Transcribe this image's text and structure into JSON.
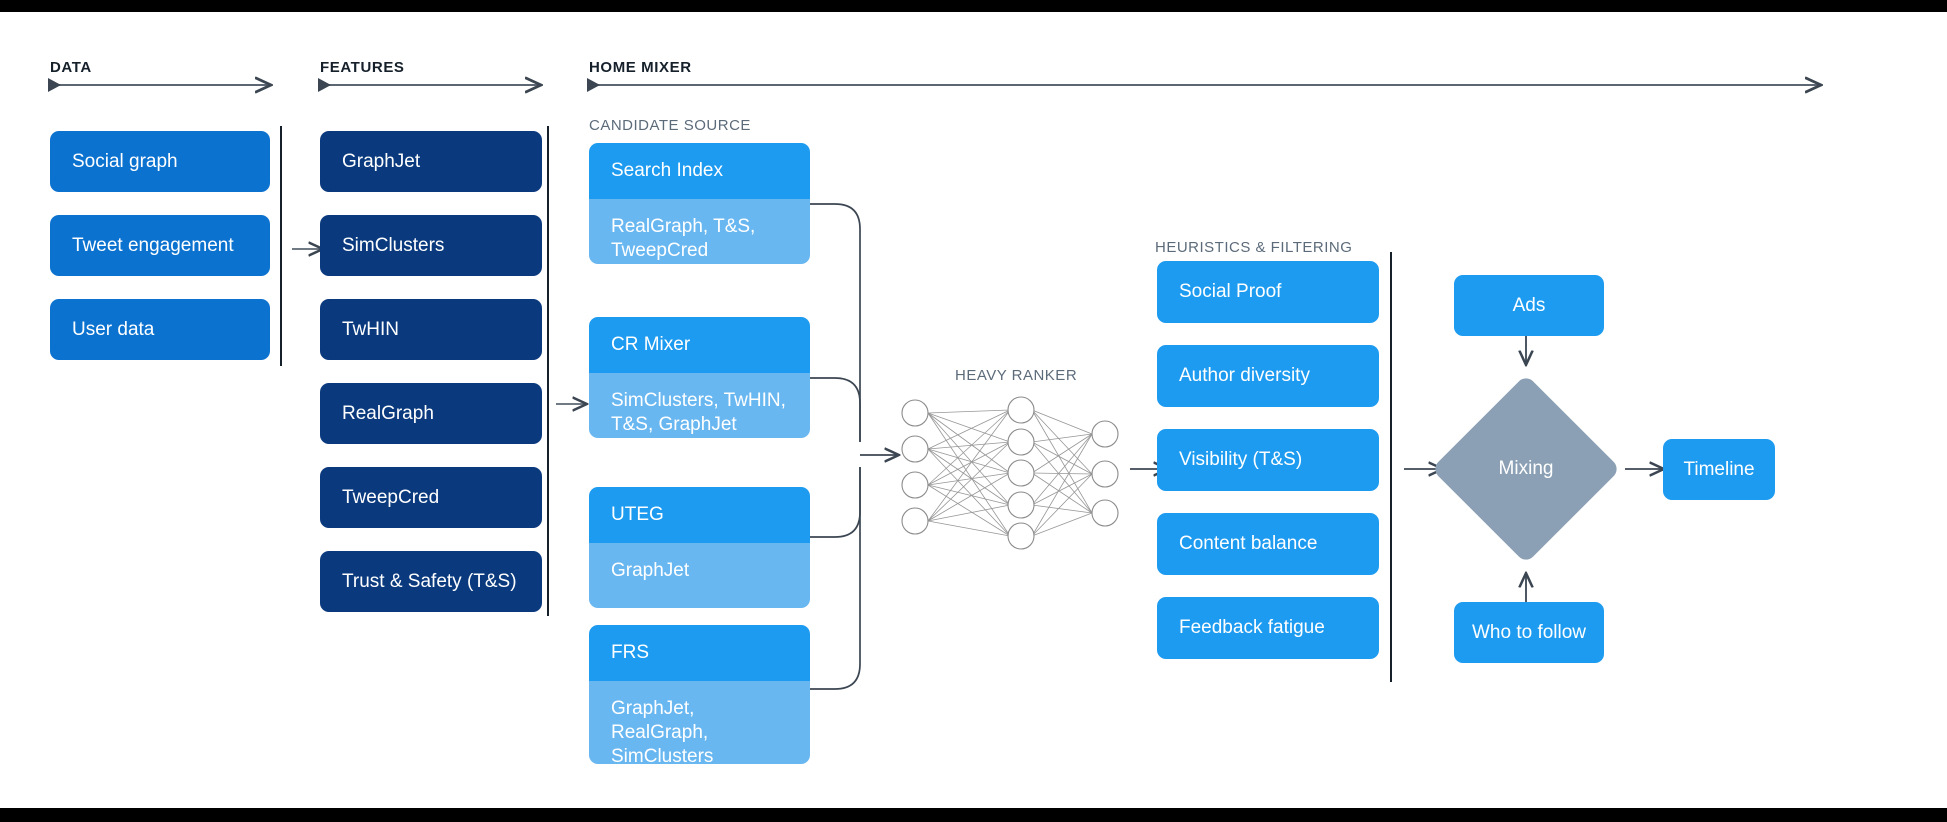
{
  "diagram": {
    "title": "Twitter Home Mixer recommendation pipeline",
    "colors": {
      "data_box": "#0b72d0",
      "feature_box": "#0a3a7d",
      "candidate_head": "#1d9bf0",
      "candidate_body": "#69b7f1",
      "heuristic_box": "#1d9bf0",
      "output_box": "#1d9bf0",
      "mixing_diamond": "#8ba0b4",
      "connector": "#3b4652",
      "header_text": "#15202b",
      "subheader_text": "#5c6b7a",
      "background": "#ffffff"
    }
  },
  "sections": {
    "data": {
      "label": "DATA"
    },
    "features": {
      "label": "FEATURES"
    },
    "home_mixer": {
      "label": "HOME MIXER"
    },
    "candidate_source": {
      "label": "CANDIDATE SOURCE"
    },
    "heavy_ranker": {
      "label": "HEAVY RANKER"
    },
    "heuristics": {
      "label": "HEURISTICS & FILTERING"
    }
  },
  "data_items": [
    {
      "label": "Social graph"
    },
    {
      "label": "Tweet engagement"
    },
    {
      "label": "User data"
    }
  ],
  "feature_items": [
    {
      "label": "GraphJet"
    },
    {
      "label": "SimClusters"
    },
    {
      "label": "TwHIN"
    },
    {
      "label": "RealGraph"
    },
    {
      "label": "TweepCred"
    },
    {
      "label": "Trust & Safety (T&S)"
    }
  ],
  "candidate_sources": [
    {
      "name": "Search Index",
      "features": "RealGraph, T&S, TweepCred"
    },
    {
      "name": "CR Mixer",
      "features": "SimClusters, TwHIN, T&S, GraphJet"
    },
    {
      "name": "UTEG",
      "features": "GraphJet"
    },
    {
      "name": "FRS",
      "features": "GraphJet, RealGraph, SimClusters"
    }
  ],
  "heuristic_items": [
    {
      "label": "Social Proof"
    },
    {
      "label": "Author diversity"
    },
    {
      "label": "Visibility (T&S)"
    },
    {
      "label": "Content balance"
    },
    {
      "label": "Feedback fatigue"
    }
  ],
  "outputs": {
    "ads": {
      "label": "Ads"
    },
    "mixing": {
      "label": "Mixing"
    },
    "timeline": {
      "label": "Timeline"
    },
    "who_to_follow": {
      "label": "Who to follow"
    }
  },
  "neural_net": {
    "input_nodes": 4,
    "hidden_nodes": 5,
    "output_nodes": 3
  }
}
